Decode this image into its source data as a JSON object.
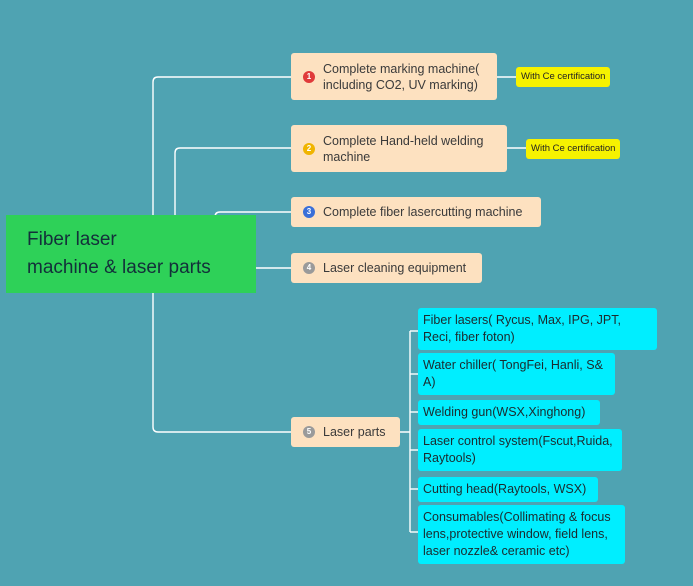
{
  "root": {
    "line1": "Fiber laser",
    "line2": "machine & laser parts"
  },
  "topics": [
    {
      "number": "1",
      "badge_color": "#e03a3a",
      "line1": "Complete marking machine(",
      "line2": "including CO2, UV marking)"
    },
    {
      "number": "2",
      "badge_color": "#f0b400",
      "line1": "Complete Hand-held welding",
      "line2": "machine"
    },
    {
      "number": "3",
      "badge_color": "#3a6fd8",
      "line1": "Complete fiber lasercutting machine"
    },
    {
      "number": "4",
      "badge_color": "#9a9a9a",
      "line1": "Laser cleaning equipment"
    },
    {
      "number": "5",
      "badge_color": "#9a9a9a",
      "line1": "Laser parts"
    }
  ],
  "certifications": [
    "With Ce certification",
    "With Ce certification"
  ],
  "laser_parts": [
    {
      "line1": "Fiber lasers( Rycus, Max, IPG, JPT,",
      "line2": "Reci, fiber foton)"
    },
    {
      "line1": "Water chiller( TongFei, Hanli, S&",
      "line2": "A)"
    },
    {
      "line1": "Welding gun(WSX,Xinghong)"
    },
    {
      "line1": "Laser control system(Fscut,Ruida,",
      "line2": "Raytools)"
    },
    {
      "line1": "Cutting head(Raytools, WSX)"
    },
    {
      "line1": "Consumables(Collimating & focus",
      "line2": "lens,protective window, field lens,",
      "line3": "laser nozzle& ceramic etc)"
    }
  ],
  "colors": {
    "background": "#4fa3b2",
    "root": "#2ed158",
    "topic": "#fde1c0",
    "certification": "#f6f200",
    "part": "#00eeff",
    "connector": "#ffffff"
  }
}
